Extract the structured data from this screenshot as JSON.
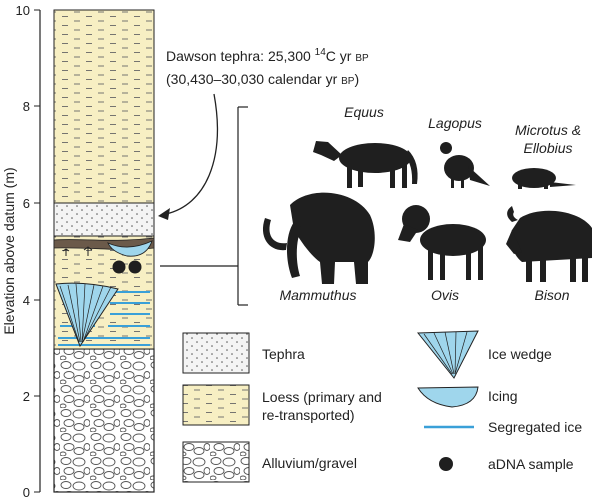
{
  "axis": {
    "label": "Elevation above datum (m)",
    "ticks": [
      "0",
      "2",
      "4",
      "6",
      "8",
      "10"
    ]
  },
  "tephra_callout": {
    "line1_prefix": "Dawson tephra: 25,300 ",
    "line1_sup": "14",
    "line1_mid": "C yr ",
    "line1_sc": "BP",
    "line2_prefix": "(30,430–30,030 calendar yr ",
    "line2_sc": "BP",
    "line2_suffix": ")"
  },
  "taxa": {
    "equus": "Equus",
    "lagopus": "Lagopus",
    "microtus_line1": "Microtus &",
    "microtus_line2": "Ellobius",
    "mammuthus": "Mammuthus",
    "ovis": "Ovis",
    "bison": "Bison"
  },
  "legend": {
    "tephra": "Tephra",
    "loess_line1": "Loess (primary and",
    "loess_line2": "re-transported)",
    "alluvium": "Alluvium/gravel",
    "ice_wedge": "Ice wedge",
    "icing": "Icing",
    "segregated_ice": "Segregated ice",
    "adna": "aDNA sample"
  },
  "colors": {
    "loess": "#f7efc3",
    "ice": "#9fd6ec",
    "segregated_ice": "#3aa0d8",
    "silhouette": "#1f1f1f"
  }
}
